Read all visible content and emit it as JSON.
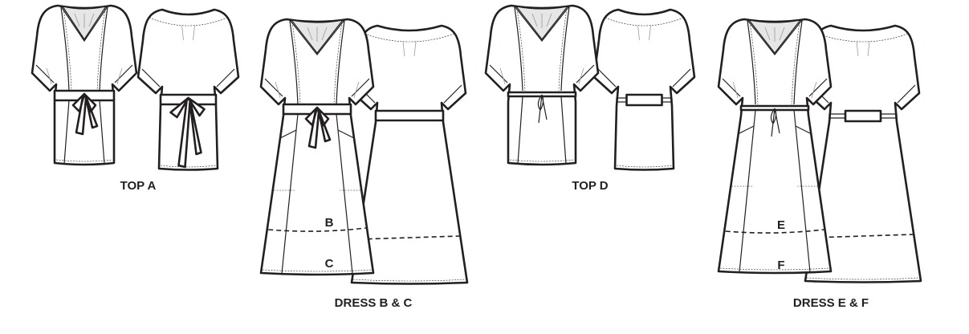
{
  "labels": {
    "top_a": "TOP A",
    "dress_bc": "DRESS B & C",
    "top_d": "TOP D",
    "dress_ef": "DRESS E & F",
    "length_b": "B",
    "length_c": "C",
    "length_e": "E",
    "length_f": "F"
  },
  "colors": {
    "line": "#231f20",
    "neckline_shade": "#e6e6e6"
  }
}
